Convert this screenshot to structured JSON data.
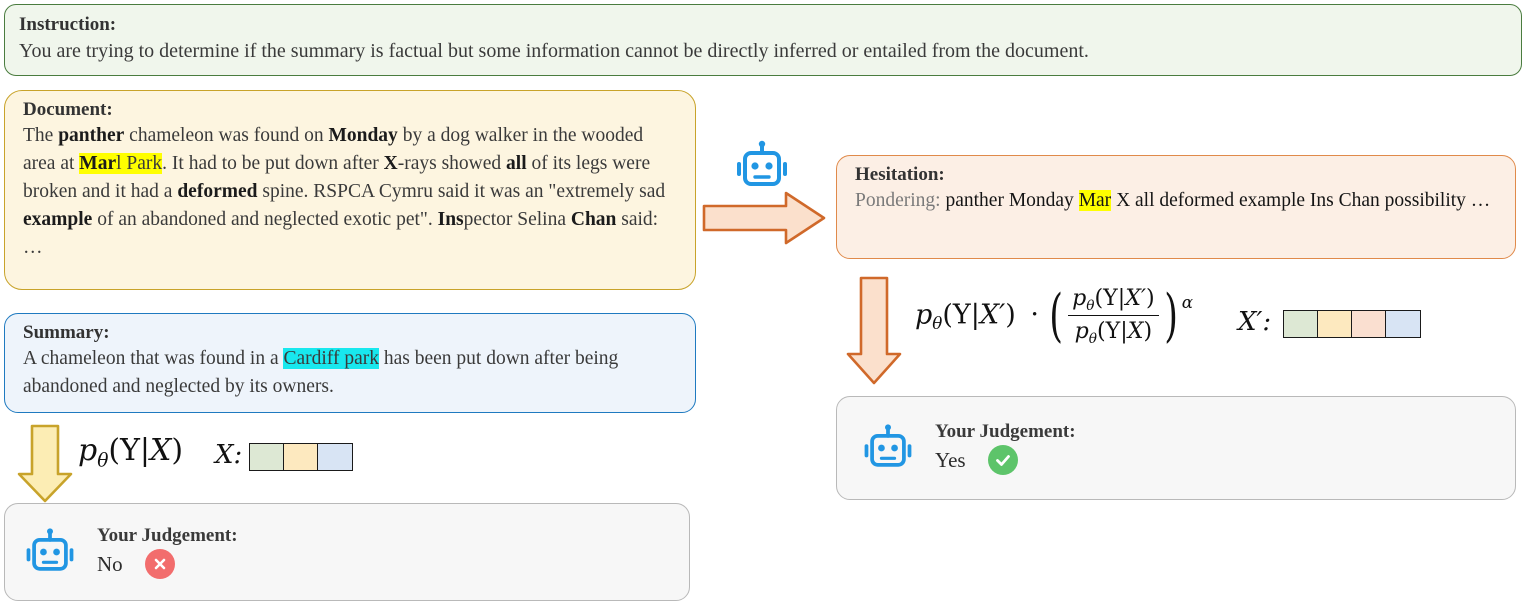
{
  "instruction": {
    "title": "Instruction:",
    "body": "You are trying to determine if the summary is factual but some information cannot be directly inferred or entailed from the document."
  },
  "document": {
    "title": "Document:",
    "body": "The panther chameleon was found on Monday by a dog walker in the wooded area at Marl Park. It had to be put down after X-rays showed all of its legs were broken and it had a deformed spine. RSPCA Cymru said it was an \"extremely sad example of an abandoned and neglected exotic pet\". Inspector Selina Chan said: …",
    "bold_terms": [
      "panther",
      "Monday",
      "Mar",
      "X",
      "all",
      "deformed",
      "example",
      "Ins",
      "Chan"
    ],
    "highlight_yellow": "Marl Park"
  },
  "summary": {
    "title": "Summary:",
    "body": "A chameleon that was found in a Cardiff park has been put down after being abandoned and neglected by its owners.",
    "highlight_cyan": "Cardiff park"
  },
  "hesitation": {
    "title": "Hesitation:",
    "prefix": "Pondering:",
    "body": "panther Monday Mar X all deformed example Ins Chan possibility …",
    "highlight_yellow": "Mar"
  },
  "judgement_left": {
    "title": "Your Judgement:",
    "value": "No",
    "mark": "cross-icon"
  },
  "judgement_right": {
    "title": "Your Judgement:",
    "value": "Yes",
    "mark": "check-icon"
  },
  "formula_left": {
    "p": "p",
    "theta": "θ",
    "expr_open": "(Y|",
    "x": "X",
    "expr_close": ")",
    "label": "X:"
  },
  "formula_right": {
    "p": "p",
    "theta": "θ",
    "open": "(Y|",
    "xprime": "X′",
    "close": ")",
    "dot": "·",
    "alpha": "α",
    "num_x": "X′",
    "den_x": "X",
    "label": "X′:"
  },
  "blocks_x": [
    "#dde8d4",
    "#fde9bf",
    "#d8e4f4"
  ],
  "blocks_xprime": [
    "#dde8d4",
    "#fde9bf",
    "#fadfd0",
    "#d8e4f4"
  ],
  "colors": {
    "instruction_bg": "#f0f6ec",
    "instruction_border": "#4a7c3f",
    "document_bg": "#fdf5e0",
    "document_border": "#c8a32a",
    "summary_bg": "#eef4fb",
    "summary_border": "#1f7ac0",
    "hesitation_bg": "#fcefe5",
    "hesitation_border": "#e08a4a",
    "judgement_bg": "#f7f7f7",
    "judgement_border": "#b9b9b9",
    "robot": "#2196e3",
    "arrow_orange_fill": "#fbe0cc",
    "arrow_orange_border": "#d0692a",
    "arrow_yellow_fill": "#fcedb4",
    "arrow_yellow_border": "#c8a32a",
    "no_mark": "#f26d6d",
    "yes_mark": "#5dc46a",
    "highlight_yellow": "#ffff00",
    "highlight_cyan": "#18e8ee"
  },
  "icons": {
    "robot_flow": "robot-icon",
    "robot_left": "robot-icon",
    "robot_right": "robot-icon",
    "arrow_right": "arrow-right-icon",
    "arrow_down_orange": "arrow-down-icon",
    "arrow_down_yellow": "arrow-down-icon"
  }
}
